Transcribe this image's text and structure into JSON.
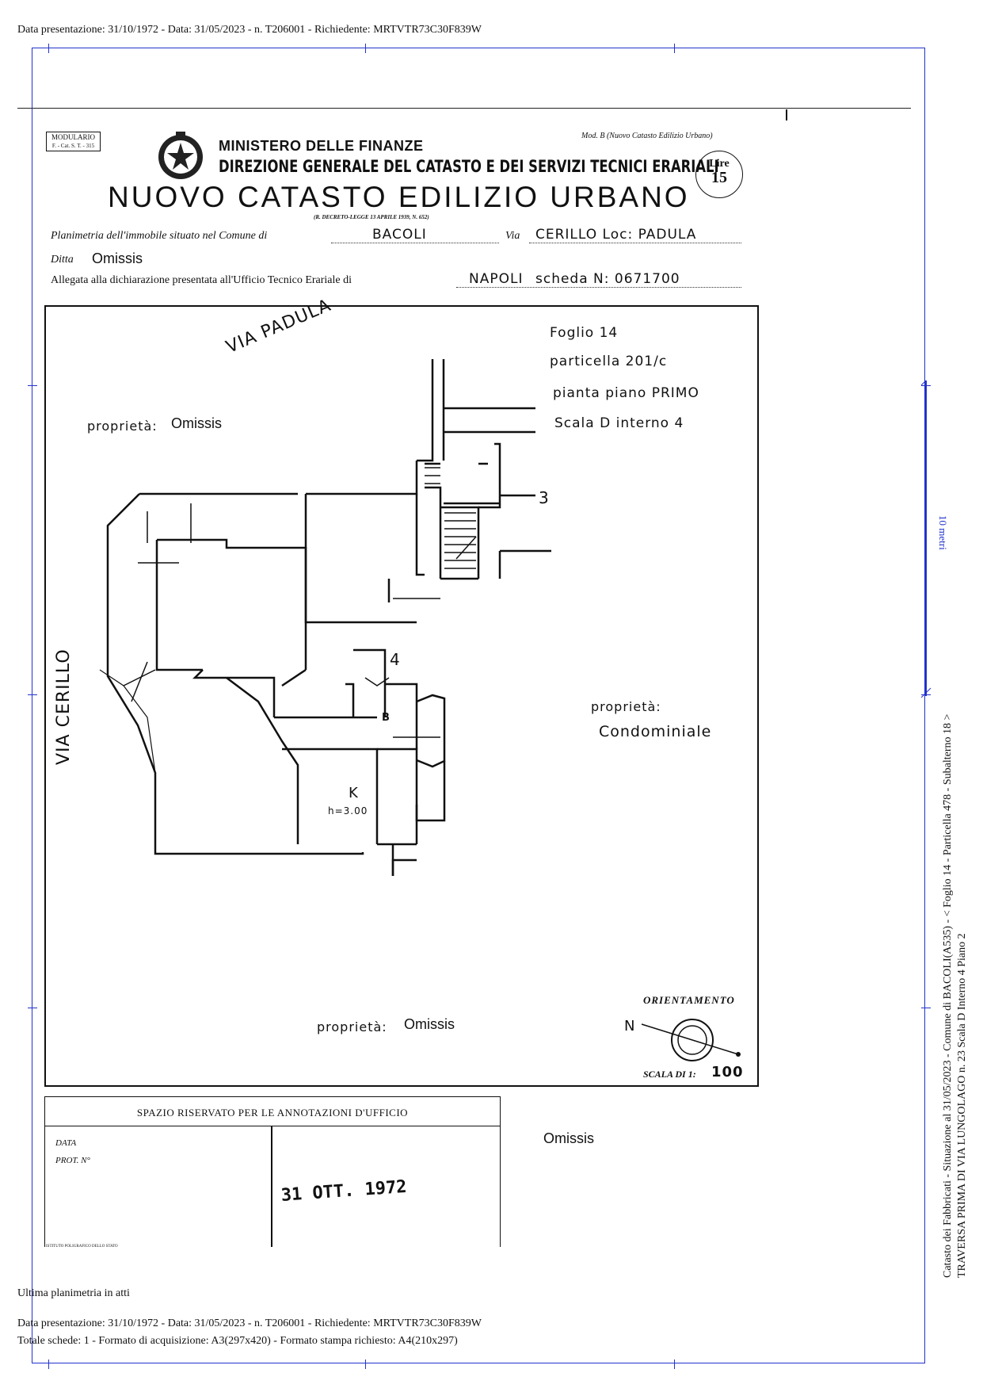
{
  "header_line": "Data presentazione: 31/10/1972 - Data: 31/05/2023 - n. T206001 - Richiedente: MRTVTR73C30F839W",
  "modulario": {
    "line1": "MODULARIO",
    "line2": "F. - Cat. S. T. - 315"
  },
  "mod_b": "Mod. B (Nuovo Catasto Edilizio Urbano)",
  "ministero": "MINISTERO DELLE FINANZE",
  "direzione": "DIREZIONE GENERALE DEL CATASTO E DEI SERVIZI TECNICI ERARIALI",
  "lire": {
    "label": "Lire",
    "value": "15"
  },
  "title": "NUOVO CATASTO EDILIZIO URBANO",
  "decreto": "(R. DECRETO-LEGGE 13 APRILE 1939, N. 652)",
  "planimetria": {
    "label": "Planimetria dell'immobile situato nel Comune di",
    "comune": "BACOLI",
    "via_label": "Via",
    "via": "CERILLO Loc: PADULA"
  },
  "ditta": {
    "label": "Ditta",
    "value": "Omissis"
  },
  "allegata": {
    "label": "Allegata alla dichiarazione presentata all'Ufficio Tecnico Erariale di",
    "ufficio": "NAPOLI",
    "scheda": "scheda N: 0671700"
  },
  "plan": {
    "via_padula": "VIA PADULA",
    "via_cerillo": "VIA CERILLO",
    "foglio": "Foglio 14",
    "particella": "particella 201/c",
    "pianta": "pianta piano PRIMO",
    "scala": "Scala D interno 4",
    "proprieta_label": "proprietà:",
    "proprieta_top": "Omissis",
    "proprieta_bottom": "Omissis",
    "proprieta_right": "Condominiale",
    "room_3": "3",
    "room_4": "4",
    "room_b": "B",
    "room_k": "K",
    "room_k_h": "h=3.00",
    "orientamento": "ORIENTAMENTO",
    "north": "N",
    "scala_label": "SCALA DI 1:",
    "scala_value": "100"
  },
  "annotazioni": {
    "title": "SPAZIO RISERVATO PER LE ANNOTAZIONI D'UFFICIO",
    "data_label": "DATA",
    "prot_label": "PROT. N°",
    "stamp": "31 OTT. 1972",
    "istituto": "ISTITUTO POLIGRAFICO DELLO STATO"
  },
  "omissis_right": "Omissis",
  "scale_bar_label": "10 metri",
  "side_text": {
    "line1": "Catasto dei Fabbricati - Situazione al 31/05/2023 - Comune di BACOLI(A535) - < Foglio 14 - Particella 478 - Subalterno 18 >",
    "line2": "TRAVERSA PRIMA DI VIA LUNGOLAGO n. 23  Scala D Interno 4 Piano 2"
  },
  "footer": {
    "ultima": "Ultima planimetria in atti",
    "line1": "Data presentazione: 31/10/1972 - Data: 31/05/2023 - n. T206001 - Richiedente: MRTVTR73C30F839W",
    "line2": "Totale schede: 1 - Formato di acquisizione: A3(297x420)  - Formato stampa richiesto: A4(210x297)"
  }
}
